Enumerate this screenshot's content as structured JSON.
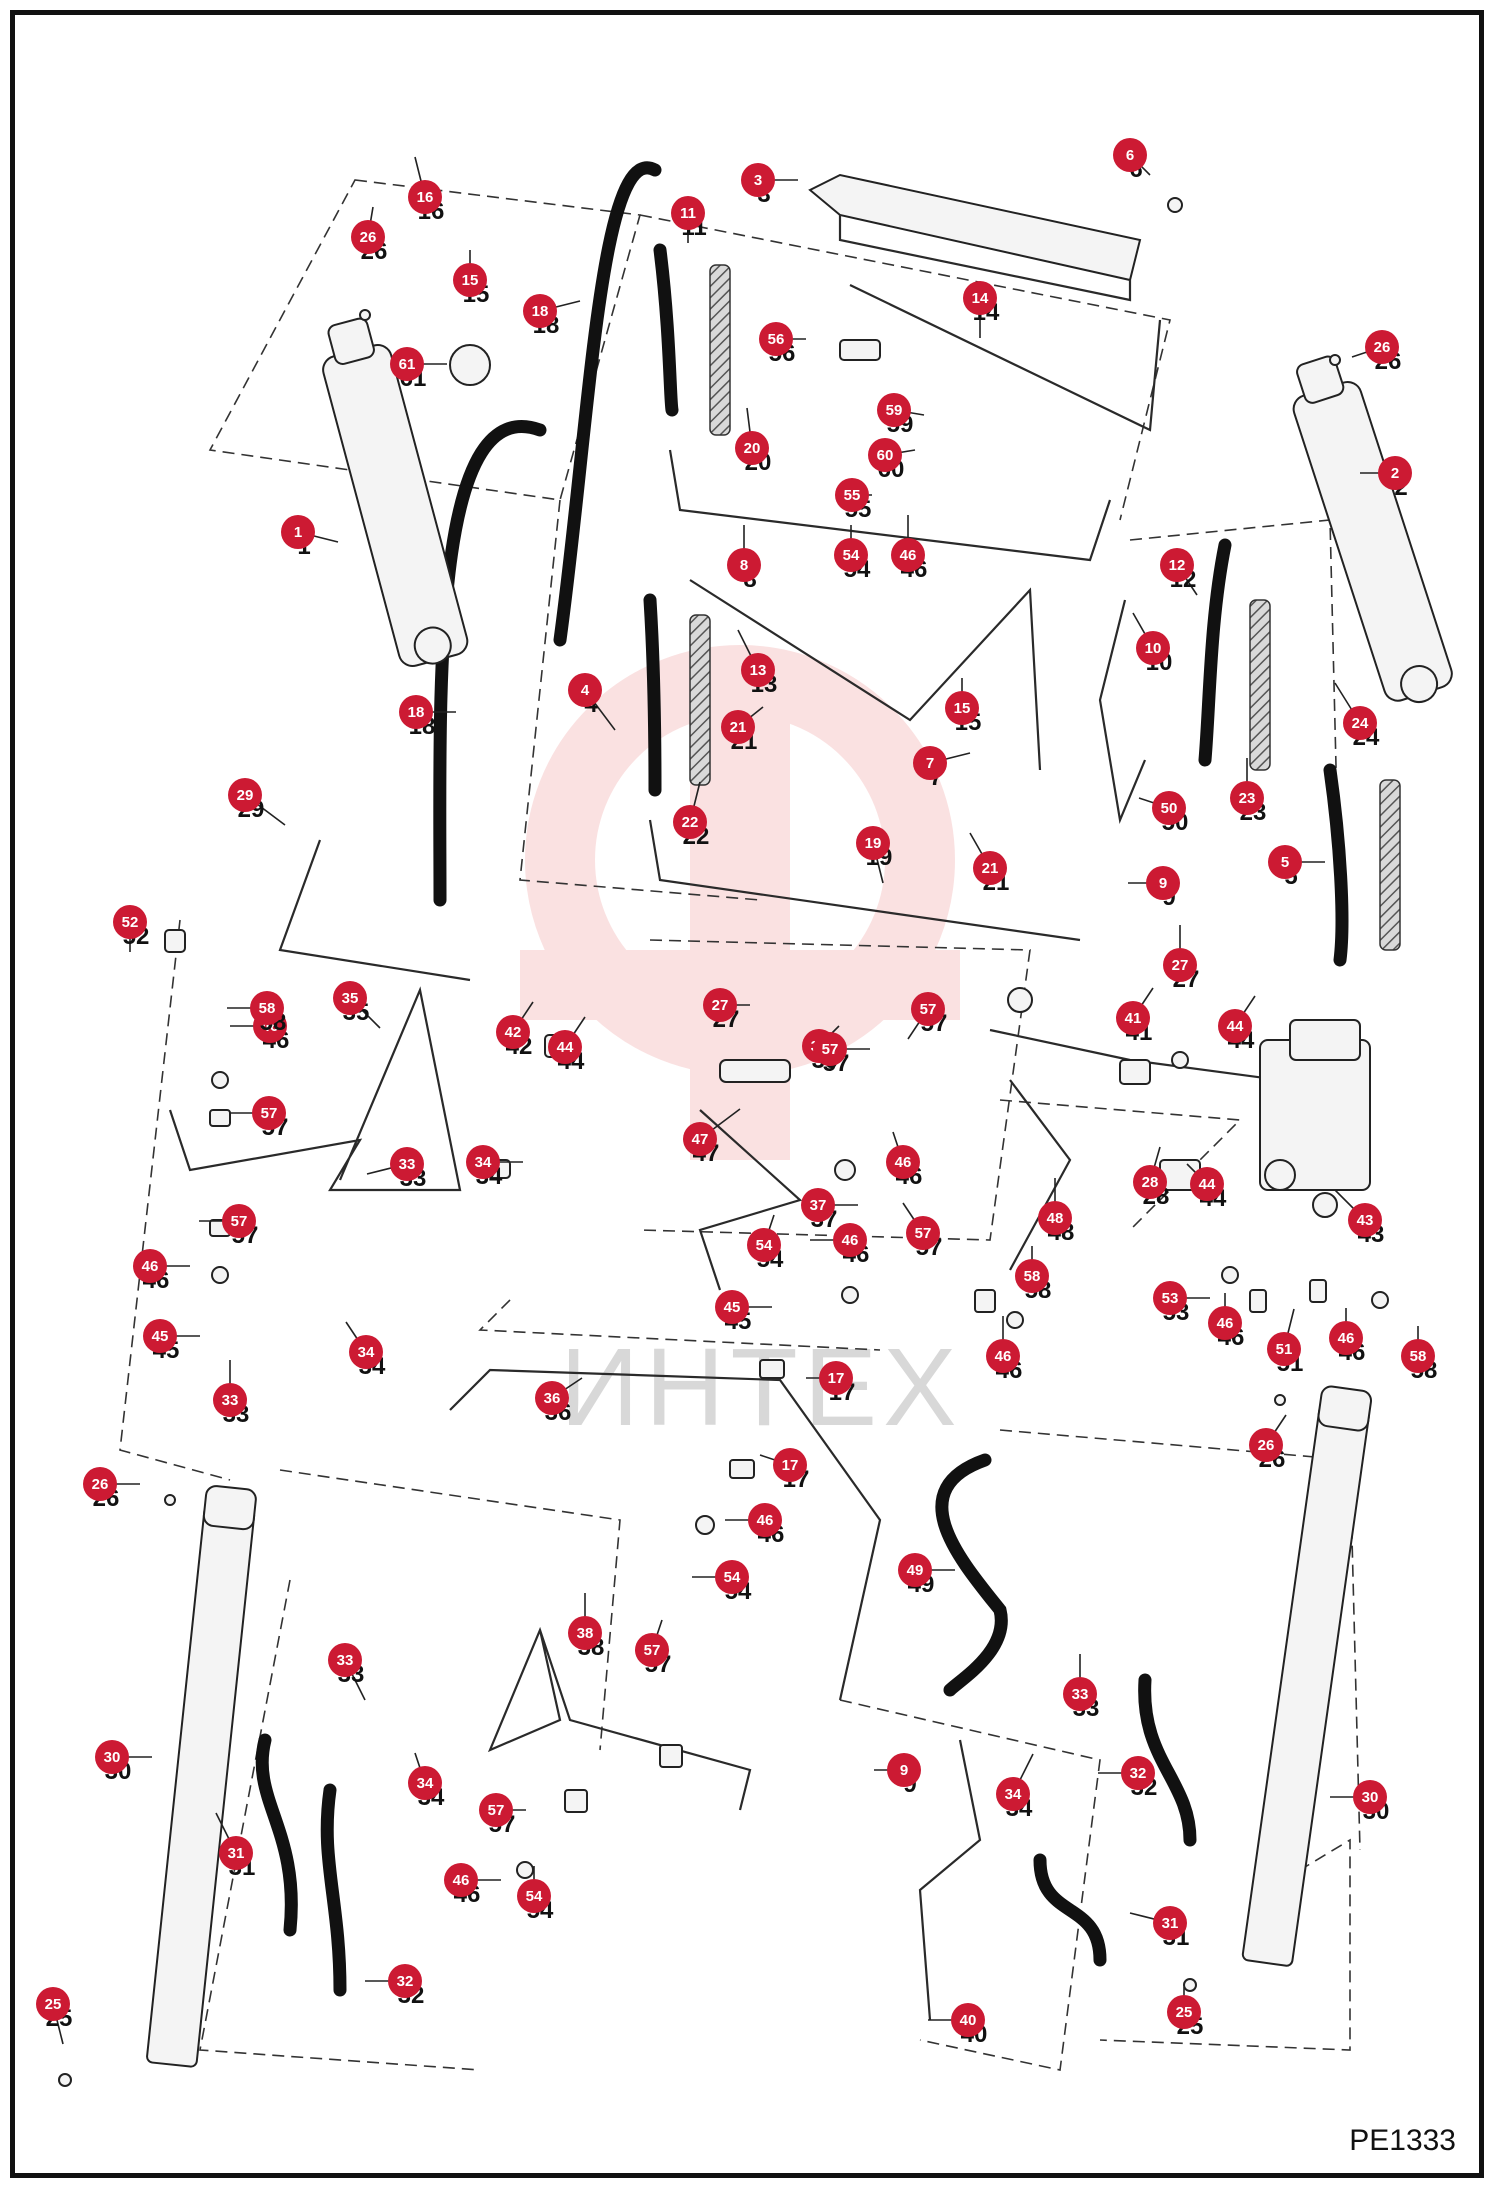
{
  "figure_code": "PE1333",
  "watermark_text": "ИНТЕХ",
  "colors": {
    "callout": "#cc1a33",
    "watermark": "#f6c9c9",
    "line": "#2a2a2a"
  },
  "callouts": [
    {
      "n": "1"
    },
    {
      "n": "2"
    },
    {
      "n": "3"
    },
    {
      "n": "4"
    },
    {
      "n": "5"
    },
    {
      "n": "6"
    },
    {
      "n": "7"
    },
    {
      "n": "8"
    },
    {
      "n": "9"
    },
    {
      "n": "9"
    },
    {
      "n": "10"
    },
    {
      "n": "11"
    },
    {
      "n": "12"
    },
    {
      "n": "13"
    },
    {
      "n": "14"
    },
    {
      "n": "15"
    },
    {
      "n": "15"
    },
    {
      "n": "16"
    },
    {
      "n": "17"
    },
    {
      "n": "17"
    },
    {
      "n": "18"
    },
    {
      "n": "18"
    },
    {
      "n": "19"
    },
    {
      "n": "20"
    },
    {
      "n": "21"
    },
    {
      "n": "21"
    },
    {
      "n": "22"
    },
    {
      "n": "23"
    },
    {
      "n": "24"
    },
    {
      "n": "25"
    },
    {
      "n": "25"
    },
    {
      "n": "26"
    },
    {
      "n": "26"
    },
    {
      "n": "26"
    },
    {
      "n": "26"
    },
    {
      "n": "27"
    },
    {
      "n": "27"
    },
    {
      "n": "28"
    },
    {
      "n": "29"
    },
    {
      "n": "30"
    },
    {
      "n": "30"
    },
    {
      "n": "31"
    },
    {
      "n": "31"
    },
    {
      "n": "32"
    },
    {
      "n": "32"
    },
    {
      "n": "33"
    },
    {
      "n": "33"
    },
    {
      "n": "33"
    },
    {
      "n": "33"
    },
    {
      "n": "34"
    },
    {
      "n": "34"
    },
    {
      "n": "34"
    },
    {
      "n": "34"
    },
    {
      "n": "35"
    },
    {
      "n": "36"
    },
    {
      "n": "37"
    },
    {
      "n": "38"
    },
    {
      "n": "39"
    },
    {
      "n": "40"
    },
    {
      "n": "41"
    },
    {
      "n": "42"
    },
    {
      "n": "43"
    },
    {
      "n": "44"
    },
    {
      "n": "44"
    },
    {
      "n": "44"
    },
    {
      "n": "45"
    },
    {
      "n": "45"
    },
    {
      "n": "46"
    },
    {
      "n": "46"
    },
    {
      "n": "46"
    },
    {
      "n": "46"
    },
    {
      "n": "46"
    },
    {
      "n": "46"
    },
    {
      "n": "46"
    },
    {
      "n": "46"
    },
    {
      "n": "46"
    },
    {
      "n": "46"
    },
    {
      "n": "47"
    },
    {
      "n": "48"
    },
    {
      "n": "49"
    },
    {
      "n": "50"
    },
    {
      "n": "51"
    },
    {
      "n": "52"
    },
    {
      "n": "53"
    },
    {
      "n": "54"
    },
    {
      "n": "54"
    },
    {
      "n": "54"
    },
    {
      "n": "54"
    },
    {
      "n": "55"
    },
    {
      "n": "56"
    },
    {
      "n": "57"
    },
    {
      "n": "57"
    },
    {
      "n": "57"
    },
    {
      "n": "57"
    },
    {
      "n": "57"
    },
    {
      "n": "57"
    },
    {
      "n": "57"
    },
    {
      "n": "58"
    },
    {
      "n": "58"
    },
    {
      "n": "58"
    },
    {
      "n": "59"
    },
    {
      "n": "60"
    },
    {
      "n": "61"
    }
  ]
}
